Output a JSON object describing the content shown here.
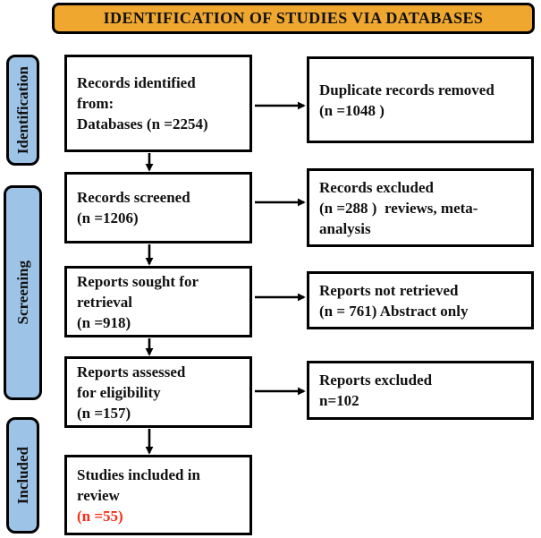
{
  "banner": {
    "title": "IDENTIFICATION OF STUDIES VIA DATABASES"
  },
  "colors": {
    "banner_bg": "#F0A72F",
    "stage_label_bg": "#9DC3E6",
    "box_border": "#000000",
    "highlight_red": "#F92D15",
    "background": "#FFFFFF"
  },
  "sidebar": {
    "stages": [
      {
        "label": "Identification"
      },
      {
        "label": "Screening"
      },
      {
        "label": "Included"
      }
    ]
  },
  "flow": {
    "main": [
      {
        "lines": [
          "Records identified",
          "from:",
          "Databases (n =2254)"
        ]
      },
      {
        "lines": [
          "Records screened",
          "(n =1206)"
        ]
      },
      {
        "lines": [
          "Reports sought for",
          "retrieval",
          "(n =918)"
        ]
      },
      {
        "lines": [
          "Reports assessed",
          "for eligibility",
          "(n =157)"
        ]
      },
      {
        "lines": [
          "Studies included in",
          "review"
        ],
        "highlight": "(n =55)"
      }
    ],
    "side": [
      {
        "lines": [
          "Duplicate records removed",
          "(n =1048 )"
        ]
      },
      {
        "lines": [
          "Records excluded",
          "(n =288 )  reviews, meta-",
          "analysis"
        ]
      },
      {
        "lines": [
          "Reports not retrieved",
          "(n = 761) Abstract only"
        ]
      },
      {
        "lines": [
          "Reports excluded",
          "n=102"
        ]
      }
    ]
  }
}
